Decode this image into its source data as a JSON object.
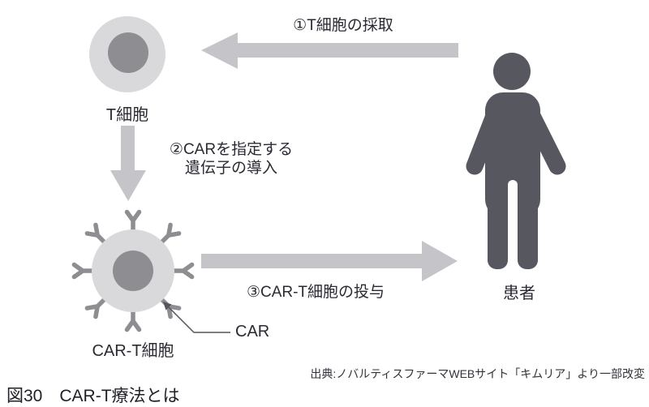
{
  "figure": {
    "caption": "図30　CAR-T療法とは",
    "source": "出典:ノバルティスファーマWEBサイト「キムリア」より一部改変"
  },
  "entities": {
    "t_cell": "T細胞",
    "car_t_cell": "CAR-T細胞",
    "car": "CAR",
    "patient": "患者"
  },
  "steps": {
    "collect": {
      "label": "①T細胞の採取"
    },
    "gene_transfer": {
      "label_line1": "②CARを指定する",
      "label_line2": "遺伝子の導入"
    },
    "administer": {
      "label": "③CAR-T細胞の投与"
    }
  },
  "colors": {
    "arrow": "#c5c5c9",
    "cell_outer": "#d9d9db",
    "cell_inner": "#8d8d92",
    "receptor": "#8d8d92",
    "person": "#575760",
    "leader_line": "#55555d",
    "text": "#2a2a33"
  }
}
